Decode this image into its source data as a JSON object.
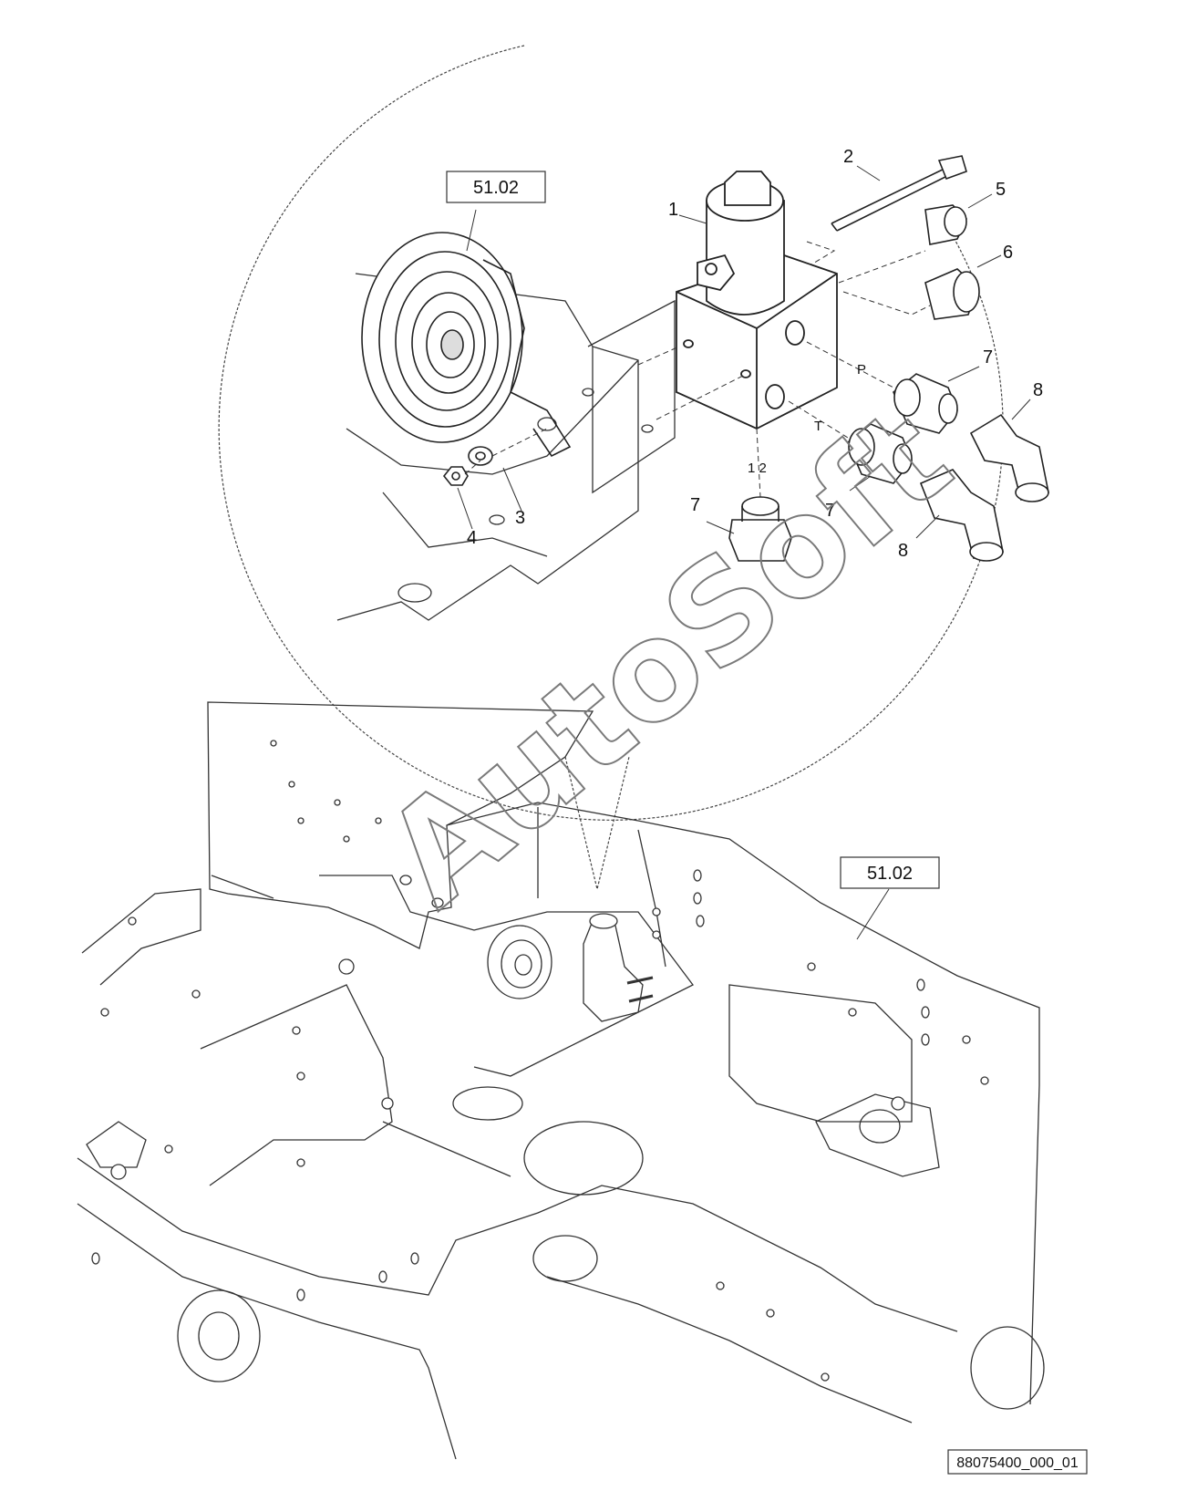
{
  "reference_boxes": {
    "detail_ref": "51.02",
    "frame_ref": "51.02"
  },
  "callouts": {
    "c1": "1",
    "c2": "2",
    "c3": "3",
    "c4": "4",
    "c5": "5",
    "c6": "6",
    "c7_top": "7",
    "c7_mid": "7",
    "c7_bottom": "7",
    "c8_top": "8",
    "c8_bottom": "8"
  },
  "port_labels": {
    "p": "P",
    "t": "T",
    "twelve": "1 2"
  },
  "watermark": "AutoSoft",
  "figure_id": "88075400_000_01"
}
